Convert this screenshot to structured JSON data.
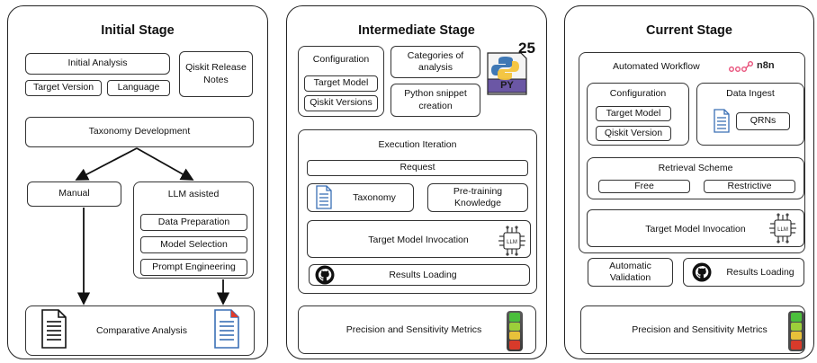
{
  "panels": {
    "initial": {
      "title": "Initial Stage",
      "initial_analysis": "Initial Analysis",
      "target_version": "Target Version",
      "language": "Language",
      "qiskit_release_notes": "Qiskit Release Notes",
      "taxonomy_development": "Taxonomy Development",
      "manual": "Manual",
      "llm_assisted": "LLM asisted",
      "data_preparation": "Data Preparation",
      "model_selection": "Model Selection",
      "prompt_engineering": "Prompt Engineering",
      "comparative_analysis": "Comparative Analysis"
    },
    "intermediate": {
      "title": "Intermediate Stage",
      "configuration": "Configuration",
      "target_model": "Target Model",
      "qiskit_versions": "Qiskit Versions",
      "categories_of_analysis": "Categories of analysis",
      "python_snippet_creation": "Python snippet creation",
      "py_badge": "PY",
      "count": "25",
      "execution_iteration": "Execution Iteration",
      "request": "Request",
      "taxonomy": "Taxonomy",
      "pretraining_knowledge": "Pre-training Knowledge",
      "target_model_invocation": "Target Model Invocation",
      "results_loading": "Results Loading",
      "precision_metrics": "Precision and Sensitivity Metrics"
    },
    "current": {
      "title": "Current Stage",
      "automated_workflow": "Automated Workflow",
      "n8n_logo": "n8n",
      "configuration": "Configuration",
      "target_model": "Target Model",
      "qiskit_version": "Qiskit Version",
      "data_ingest": "Data Ingest",
      "qrns": "QRNs",
      "retrieval_scheme": "Retrieval Scheme",
      "free": "Free",
      "restrictive": "Restrictive",
      "target_model_invocation": "Target Model Invocation",
      "automatic_validation": "Automatic Validation",
      "results_loading": "Results Loading",
      "precision_metrics": "Precision and Sensitivity Metrics"
    }
  },
  "icons": {
    "document": "document-icon",
    "llm_chip": "llm-chip-icon",
    "github": "github-icon",
    "python": "python-file-icon",
    "traffic_light": "traffic-light-icon",
    "n8n": "n8n-logo"
  },
  "colors": {
    "doc_blue": "#3a6fb5",
    "python_blue": "#3f78b5",
    "python_yellow": "#f3c33a",
    "py_band": "#6b57a5",
    "light_red": "#d83a2a",
    "light_yellow": "#e8c13a",
    "light_green": "#4bbf3c",
    "n8n_pink": "#e8507a"
  }
}
